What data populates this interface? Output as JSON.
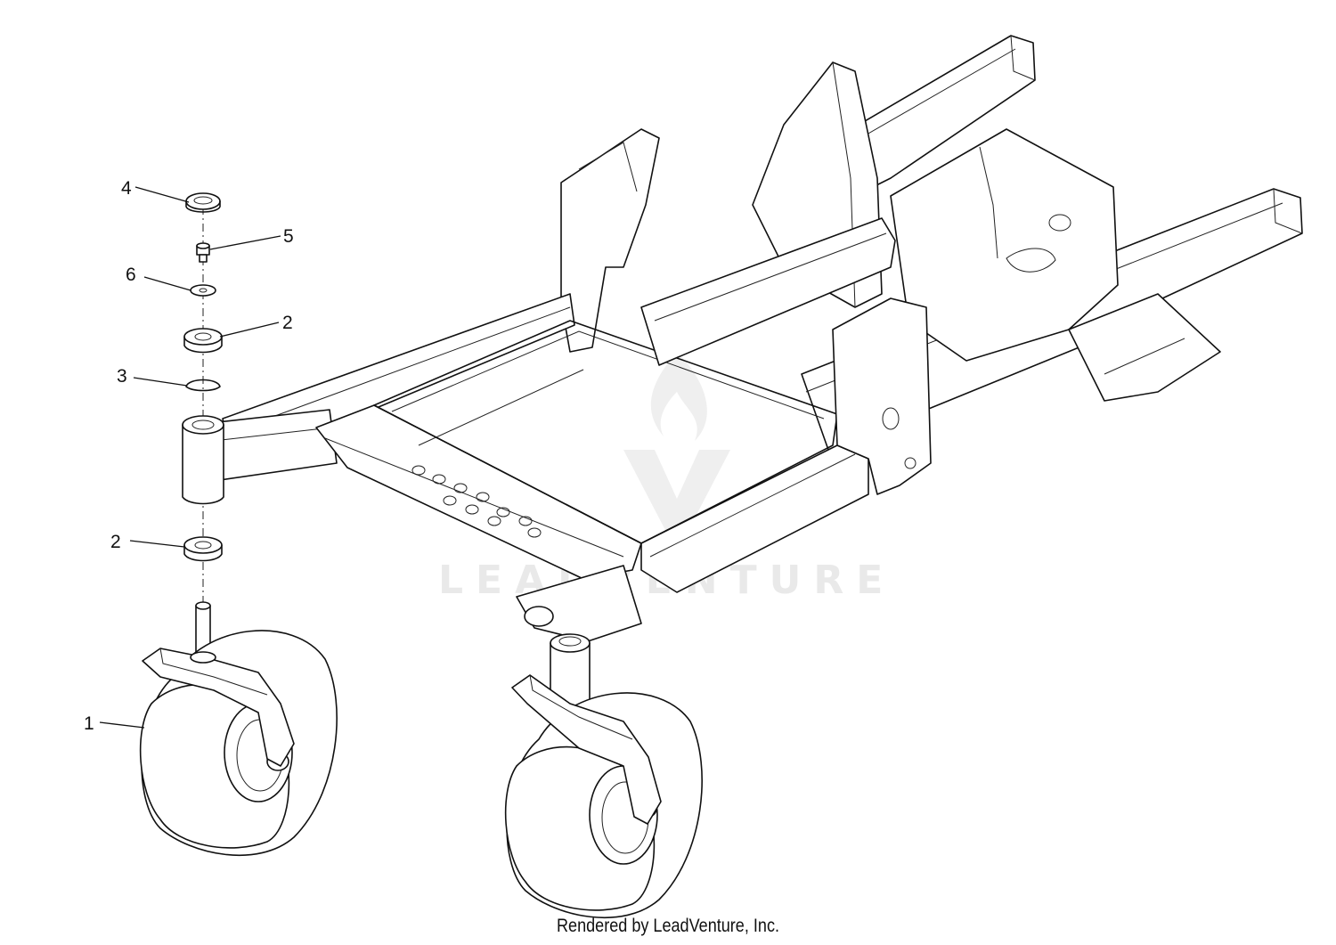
{
  "callouts": [
    {
      "id": "c4",
      "label": "4"
    },
    {
      "id": "c5",
      "label": "5"
    },
    {
      "id": "c6",
      "label": "6"
    },
    {
      "id": "c2a",
      "label": "2"
    },
    {
      "id": "c3",
      "label": "3"
    },
    {
      "id": "c2b",
      "label": "2"
    },
    {
      "id": "c1",
      "label": "1"
    }
  ],
  "watermark": {
    "text": "LEADVENTURE"
  },
  "footer": {
    "credit": "Rendered by LeadVenture, Inc."
  }
}
